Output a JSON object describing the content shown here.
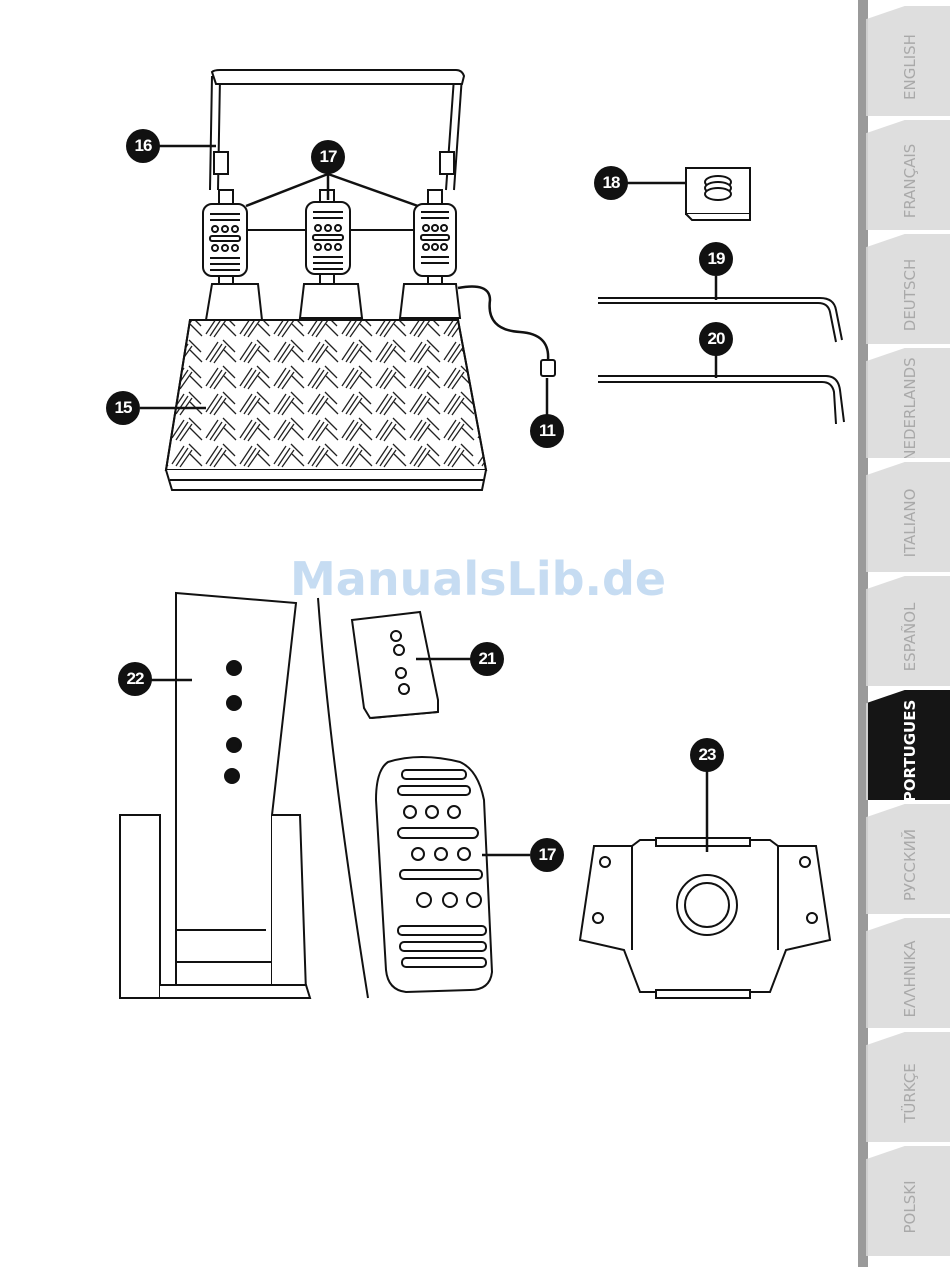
{
  "callouts": {
    "pedal_base": "15",
    "pedal_arm_frame": "16",
    "pedal_pads": "17",
    "nut": "18",
    "hex_key_small": "19",
    "hex_key_large": "20",
    "pad_mount": "21",
    "pedal_arm": "22",
    "mount_plate": "23",
    "connector": "11",
    "pedal_pad_detail": "17"
  },
  "watermark": "ManualsLib.de",
  "language_tabs": [
    {
      "label": "ENGLISH",
      "active": false
    },
    {
      "label": "FRANÇAIS",
      "active": false
    },
    {
      "label": "DEUTSCH",
      "active": false
    },
    {
      "label": "NEDERLANDS",
      "active": false
    },
    {
      "label": "ITALIANO",
      "active": false
    },
    {
      "label": "ESPAÑOL",
      "active": false
    },
    {
      "label": "PORTUGUES",
      "active": true
    },
    {
      "label": "РУССКИЙ",
      "active": false
    },
    {
      "label": "ΕΛΛΗΝΙΚΑ",
      "active": false
    },
    {
      "label": "TÜRKÇE",
      "active": false
    },
    {
      "label": "POLSKI",
      "active": false
    }
  ],
  "colors": {
    "ink": "#111111",
    "tab_inactive": "#dedede",
    "tab_active": "#151515",
    "watermark": "#c6dcf2"
  }
}
